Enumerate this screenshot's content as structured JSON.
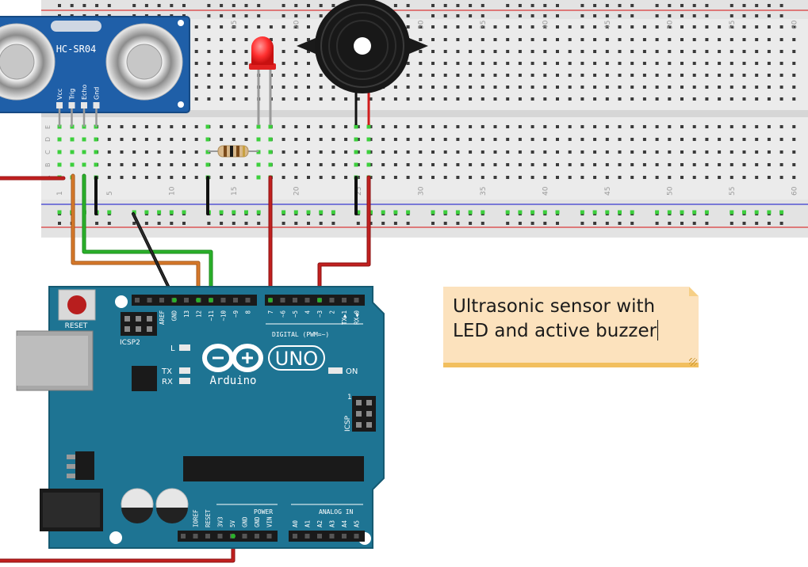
{
  "note": {
    "text": "Ultrasonic sensor with\nLED and active buzzer"
  },
  "sensor": {
    "model": "HC-SR04",
    "pins": [
      "Vcc",
      "Trig",
      "Echo",
      "Gnd"
    ]
  },
  "breadboard": {
    "column_numbers_top": [
      "15",
      "20",
      "25",
      "30",
      "35",
      "40",
      "45",
      "50",
      "55",
      "60"
    ],
    "column_numbers_bottom": [
      "1",
      "5",
      "10",
      "15",
      "20",
      "25",
      "30",
      "35",
      "40",
      "45",
      "50",
      "55",
      "60"
    ],
    "row_letters": [
      "E",
      "D",
      "C",
      "B",
      "A"
    ]
  },
  "arduino": {
    "brand": "Arduino",
    "model_badge": "UNO",
    "on_label": "ON",
    "reset_label": "RESET",
    "icsp2_label": "ICSP2",
    "icsp_label": "ICSP",
    "icsp_pin1": "1",
    "led_labels": [
      "L",
      "TX",
      "RX"
    ],
    "digital_header_label": "DIGITAL (PWM=~)",
    "digital_pins": [
      "AREF",
      "GND",
      "13",
      "12",
      "~11",
      "~10",
      "~9",
      "8",
      "7",
      "~6",
      "~5",
      "4",
      "~3",
      "2",
      "TX▶1",
      "RX◀0"
    ],
    "power_header_label": "POWER",
    "power_pins": [
      "IOREF",
      "RESET",
      "3V3",
      "5V",
      "GND",
      "GND",
      "VIN"
    ],
    "analog_header_label": "ANALOG IN",
    "analog_pins": [
      "A0",
      "A1",
      "A2",
      "A3",
      "A4",
      "A5"
    ]
  },
  "colors": {
    "board": "#1e7493",
    "wire_red": "#c1201f",
    "wire_black": "#1a1a1a",
    "wire_green": "#2ab02a",
    "wire_orange": "#d6782a",
    "note_bg": "#fce2bd",
    "breadboard_bg": "#ebebeb"
  }
}
